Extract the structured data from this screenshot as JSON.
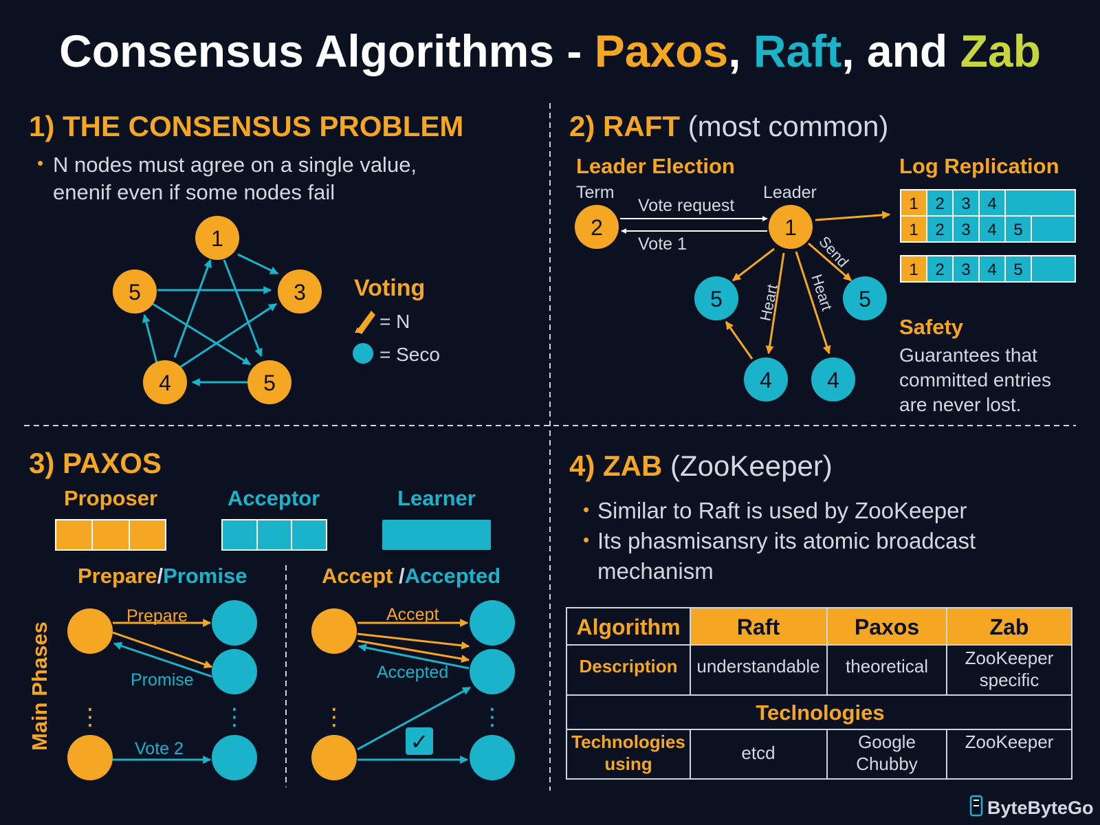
{
  "title": {
    "p1": "Consensus Algorithms - ",
    "paxos": "Paxos",
    "comma1": ", ",
    "raft": "Raft",
    "comma2": ", and ",
    "zab": "Zab"
  },
  "s1": {
    "heading": "1) THE CONSENSUS PROBLEM",
    "bullet_line1": "N nodes must agree on a single value,",
    "bullet_line2": "enenif even if some nodes fail",
    "nodes": [
      "1",
      "3",
      "5",
      "4",
      "5"
    ],
    "voting_title": "Voting",
    "legend_n": "= N",
    "legend_seco": "= Seco"
  },
  "s2": {
    "heading_bold": "2) RAFT",
    "heading_rest": " (most common)",
    "leader_election": "Leader Election",
    "term": "Term",
    "leader": "Leader",
    "vote_request": "Vote request",
    "vote1": "Vote 1",
    "send": "Send",
    "heart": "Heart",
    "candidate_node": "2",
    "leader_node": "1",
    "follower_nodes": [
      "5",
      "5",
      "4",
      "4"
    ],
    "log_replication": "Log Replication",
    "log_rows": [
      [
        "1",
        "2",
        "3",
        "4"
      ],
      [
        "1",
        "2",
        "3",
        "4",
        "5"
      ],
      [
        "1",
        "2",
        "3",
        "4",
        "5"
      ]
    ],
    "safety_title": "Safety",
    "safety_lines": [
      "Guarantees that",
      "committed entries",
      "are never lost."
    ]
  },
  "s3": {
    "heading": "3) PAXOS",
    "roles": [
      "Proposer",
      "Acceptor",
      "Learner"
    ],
    "phase1_a": "Prepare",
    "phase1_slash": "/",
    "phase1_b": "Promise",
    "phase2_a": "Accept",
    "phase2_slash": " /",
    "phase2_b": "Accepted",
    "main_phases": "Main Phases",
    "arrow_prepare": "Prepare",
    "arrow_promise": "Promise",
    "arrow_vote2": "Vote 2",
    "arrow_accept": "Accept",
    "arrow_accepted": "Accepted",
    "dots": "⋮",
    "check": "✓"
  },
  "s4": {
    "heading_bold": "4) ZAB",
    "heading_rest": " (ZooKeeper)",
    "bullets": [
      "Similar to Raft is used by ZooKeeper",
      "Its phasmisansry its atomic broadcast",
      "mechanism"
    ],
    "table": {
      "headers": [
        "Algorithm",
        "Raft",
        "Paxos",
        "Zab"
      ],
      "desc_label": "Description",
      "desc": [
        "understandable",
        "theoretical",
        "ZooKeeper",
        "specific"
      ],
      "tech_header": "Teclnologies",
      "tech_label": [
        "Technologies",
        "using"
      ],
      "tech": [
        "etcd",
        "Google",
        "Chubby",
        "ZooKeeper"
      ]
    }
  },
  "brand": "ByteByteGo",
  "colors": {
    "orange": "#f5a623",
    "cyan": "#1ab3c9",
    "lime": "#c5d63e",
    "background": "#0b1120"
  }
}
